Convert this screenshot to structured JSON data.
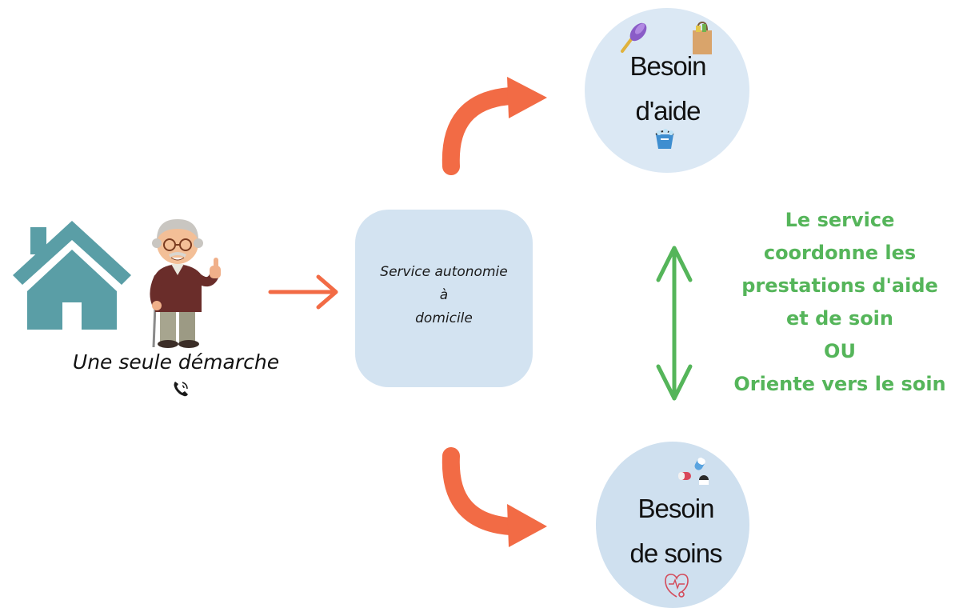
{
  "left": {
    "caption": "Une seule démarche",
    "house_color": "#5a9ea6"
  },
  "center": {
    "lines": [
      "Service autonomie",
      "à",
      "domicile"
    ],
    "box_color": "#d3e3f1"
  },
  "needs": {
    "aide": {
      "lines": [
        "Besoin",
        "d'aide"
      ]
    },
    "soins": {
      "lines": [
        "Besoin",
        "de soins"
      ]
    }
  },
  "note": {
    "lines": [
      "Le service",
      "coordonne les",
      "prestations d'aide",
      "et de soin",
      "OU",
      "Oriente vers le soin"
    ],
    "color": "#55b55a"
  },
  "colors": {
    "arrow_orange": "#f26b45",
    "arrow_green": "#55b55a"
  },
  "icons": [
    "house-icon",
    "elderly-man-icon",
    "phone-icon",
    "feather-duster-icon",
    "shopping-bag-icon",
    "cleaning-bucket-icon",
    "pills-icon",
    "stethoscope-icon"
  ]
}
